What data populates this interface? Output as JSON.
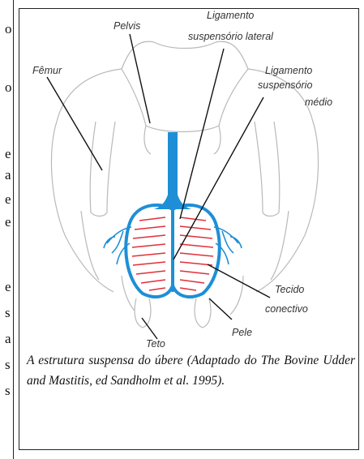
{
  "left_column_glyphs": [
    "o",
    "o",
    "e",
    "a",
    "e",
    "e",
    "e",
    "s",
    "a",
    "s",
    "s"
  ],
  "figure": {
    "labels": {
      "pelvis": "Pelvis",
      "femur": "Fêmur",
      "lig_lateral_1": "Ligamento",
      "lig_lateral_2": "suspensório lateral",
      "lig_medio_1": "Ligamento",
      "lig_medio_2": "suspensório",
      "lig_medio_3": "médio",
      "tecido_1": "Tecido",
      "tecido_2": "conectivo",
      "pele": "Pele",
      "teto": "Teto"
    },
    "colors": {
      "ligament_blue": "#1e8fd6",
      "milk_ducts_red": "#e0303a",
      "bone_outline": "#b9b9b9",
      "pointer_line": "#111111"
    }
  },
  "caption": "A estrutura suspensa do úbere (Adaptado do The Bovine Udder and Mastitis, ed Sandholm et al. 1995)."
}
